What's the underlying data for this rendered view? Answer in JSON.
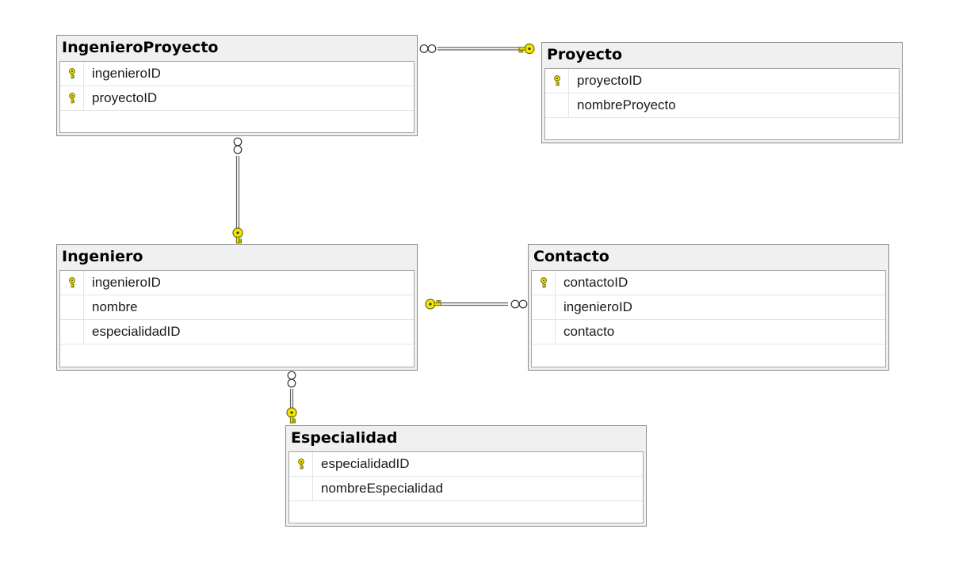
{
  "diagram": {
    "tables": [
      {
        "id": "ingenieroproyecto",
        "title": "IngenieroProyecto",
        "columns": [
          {
            "name": "ingenieroID",
            "primary_key": true
          },
          {
            "name": "proyectoID",
            "primary_key": true
          }
        ]
      },
      {
        "id": "proyecto",
        "title": "Proyecto",
        "columns": [
          {
            "name": "proyectoID",
            "primary_key": true
          },
          {
            "name": "nombreProyecto",
            "primary_key": false
          }
        ]
      },
      {
        "id": "ingeniero",
        "title": "Ingeniero",
        "columns": [
          {
            "name": "ingenieroID",
            "primary_key": true
          },
          {
            "name": "nombre",
            "primary_key": false
          },
          {
            "name": "especialidadID",
            "primary_key": false
          }
        ]
      },
      {
        "id": "contacto",
        "title": "Contacto",
        "columns": [
          {
            "name": "contactoID",
            "primary_key": true
          },
          {
            "name": "ingenieroID",
            "primary_key": false
          },
          {
            "name": "contacto",
            "primary_key": false
          }
        ]
      },
      {
        "id": "especialidad",
        "title": "Especialidad",
        "columns": [
          {
            "name": "especialidadID",
            "primary_key": true
          },
          {
            "name": "nombreEspecialidad",
            "primary_key": false
          }
        ]
      }
    ],
    "relationships": [
      {
        "from": "ingenieroproyecto",
        "to": "proyecto",
        "many_end": "ingenieroproyecto",
        "one_end": "proyecto"
      },
      {
        "from": "ingenieroproyecto",
        "to": "ingeniero",
        "many_end": "ingenieroproyecto",
        "one_end": "ingeniero"
      },
      {
        "from": "contacto",
        "to": "ingeniero",
        "many_end": "contacto",
        "one_end": "ingeniero"
      },
      {
        "from": "ingeniero",
        "to": "especialidad",
        "many_end": "ingeniero",
        "one_end": "especialidad"
      }
    ],
    "colors": {
      "key_fill": "#f5e600",
      "key_stroke": "#6b6b00",
      "line": "#606060",
      "header_bg": "#f0f0f0",
      "border": "#8a8a8a"
    },
    "icons": {
      "primary_key": "key-icon",
      "many_end": "infinity-icon",
      "one_end": "key-icon"
    }
  }
}
